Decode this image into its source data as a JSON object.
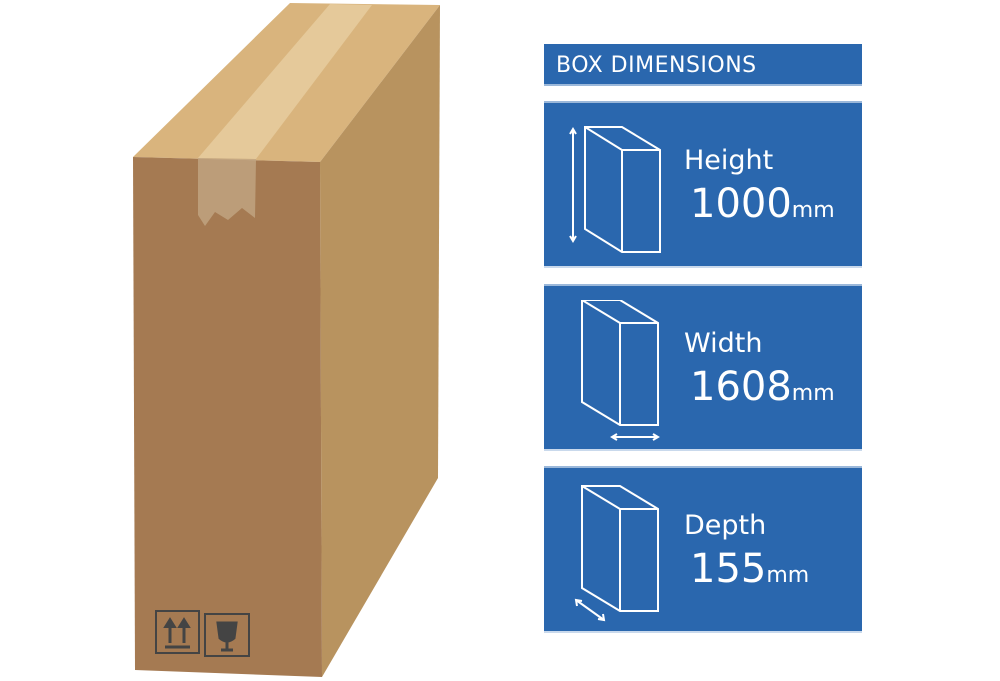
{
  "title": "BOX DIMENSIONS",
  "colors": {
    "panel": "#2a67ae",
    "box_front": "#a57a52",
    "box_top": "#d9b47d",
    "box_side": "#b8935f"
  },
  "dimensions": [
    {
      "label": "Height",
      "value": "1000",
      "unit": "mm",
      "icon": "height-box-icon"
    },
    {
      "label": "Width",
      "value": "1608",
      "unit": "mm",
      "icon": "width-box-icon"
    },
    {
      "label": "Depth",
      "value": "155",
      "unit": "mm",
      "icon": "depth-box-icon"
    }
  ],
  "symbols": [
    "this-way-up-icon",
    "fragile-icon"
  ]
}
